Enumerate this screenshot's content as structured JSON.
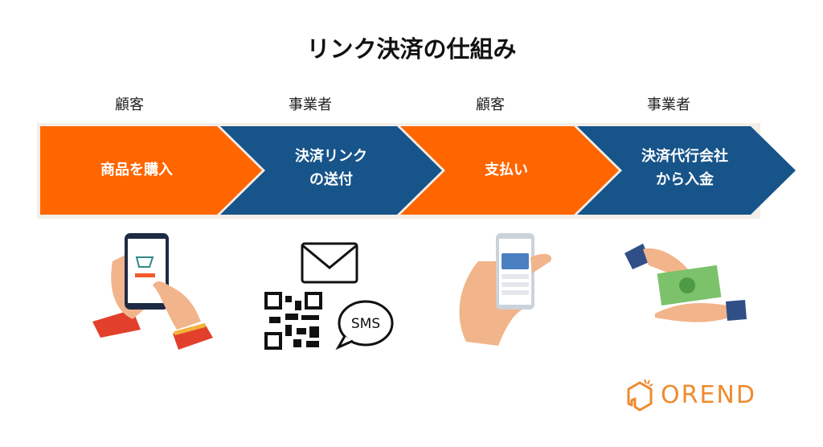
{
  "title": "リンク決済の仕組み",
  "steps": [
    {
      "actor": "顧客",
      "label_lines": [
        "商品を購入"
      ],
      "color": "#ff6600"
    },
    {
      "actor": "事業者",
      "label_lines": [
        "決済リンク",
        "の送付"
      ],
      "color": "#17548a"
    },
    {
      "actor": "顧客",
      "label_lines": [
        "支払い"
      ],
      "color": "#ff6600"
    },
    {
      "actor": "事業者",
      "label_lines": [
        "決済代行会社",
        "から入金"
      ],
      "color": "#17548a"
    }
  ],
  "illustrations": {
    "sms_label": "SMS"
  },
  "logo": {
    "text": "OREND",
    "color": "#ef8a2e"
  }
}
